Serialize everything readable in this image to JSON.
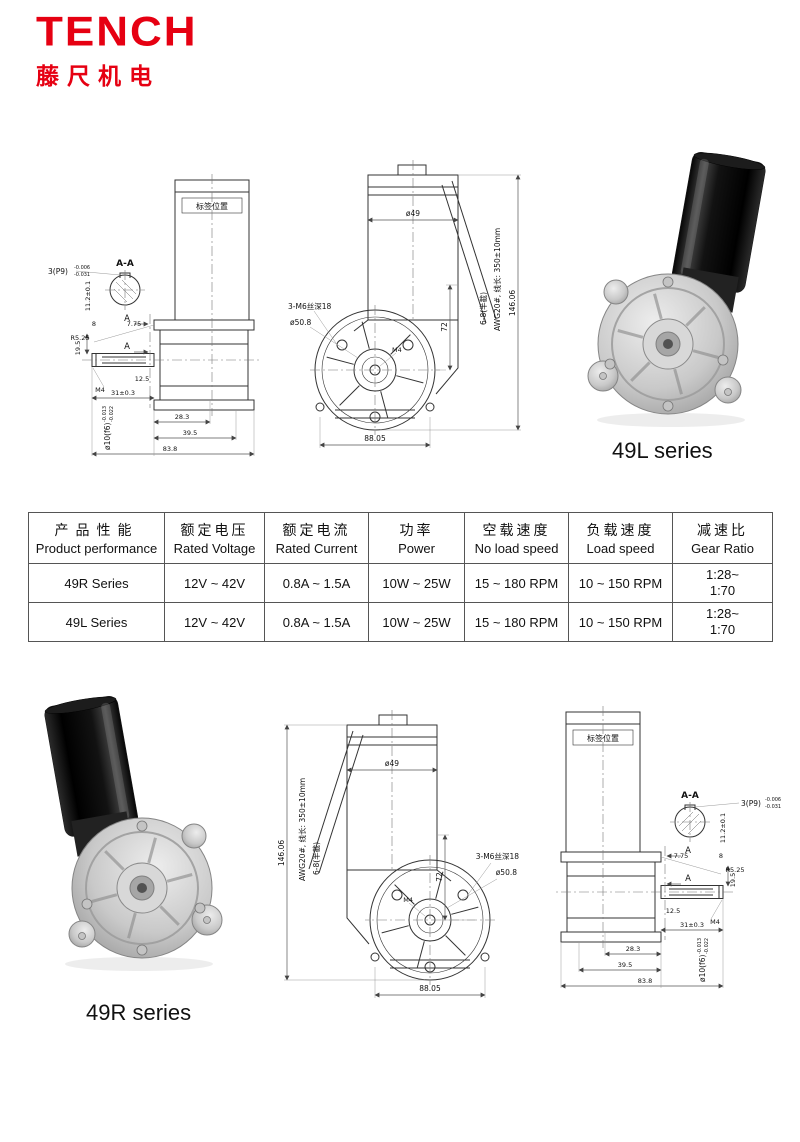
{
  "logo": {
    "brand": "TENCH",
    "subtitle": "藤尺机电",
    "color": "#e60012"
  },
  "series": {
    "top": "49L series",
    "bottom": "49R series"
  },
  "side_view": {
    "tag_label": "标签位置",
    "section_title": "A-A",
    "section_mark": "A",
    "key_dim": "3(P9)",
    "key_tol_top": "-0.006",
    "key_tol_bot": "-0.031",
    "key_width": "11.2±0.1",
    "dim_8": "8",
    "dim_7_75": "7.75",
    "radius": "R5.25",
    "dim_19_5": "19.5",
    "dim_12_5": "12.5",
    "thread": "M4",
    "shaft_len": "31±0.3",
    "shaft_dia": "ø10(f6)",
    "shaft_tol_top": "-0.013",
    "shaft_tol_bot": "-0.022",
    "dim_28_3": "28.3",
    "dim_39_5": "39.5",
    "dim_83_8": "83.8"
  },
  "front_view": {
    "body_dia": "ø49",
    "dim_72": "72",
    "total_h": "146.06",
    "bolt_note": "3-M6丝深18",
    "boss_dia": "ø50.8",
    "width": "88.05",
    "wire_note": "6-8(半截)",
    "wire_spec": "AWG20#, 线长: 350±10mm",
    "center_thread": "M4"
  },
  "table": {
    "headers": [
      {
        "zh": "产品性能",
        "en": "Product performance"
      },
      {
        "zh": "额定电压",
        "en": "Rated Voltage"
      },
      {
        "zh": "额定电流",
        "en": "Rated Current"
      },
      {
        "zh": "功率",
        "en": "Power"
      },
      {
        "zh": "空载速度",
        "en": "No load speed"
      },
      {
        "zh": "负载速度",
        "en": "Load speed"
      },
      {
        "zh": "减速比",
        "en": "Gear Ratio"
      }
    ],
    "rows": [
      {
        "cells": [
          "49R Series",
          "12V ~ 42V",
          "0.8A ~ 1.5A",
          "10W ~ 25W",
          "15 ~ 180 RPM",
          "10 ~ 150 RPM",
          "1:28~\n1:70"
        ]
      },
      {
        "cells": [
          "49L Series",
          "12V ~ 42V",
          "0.8A ~ 1.5A",
          "10W ~ 25W",
          "15 ~ 180 RPM",
          "10 ~ 150 RPM",
          "1:28~\n1:70"
        ]
      }
    ]
  }
}
